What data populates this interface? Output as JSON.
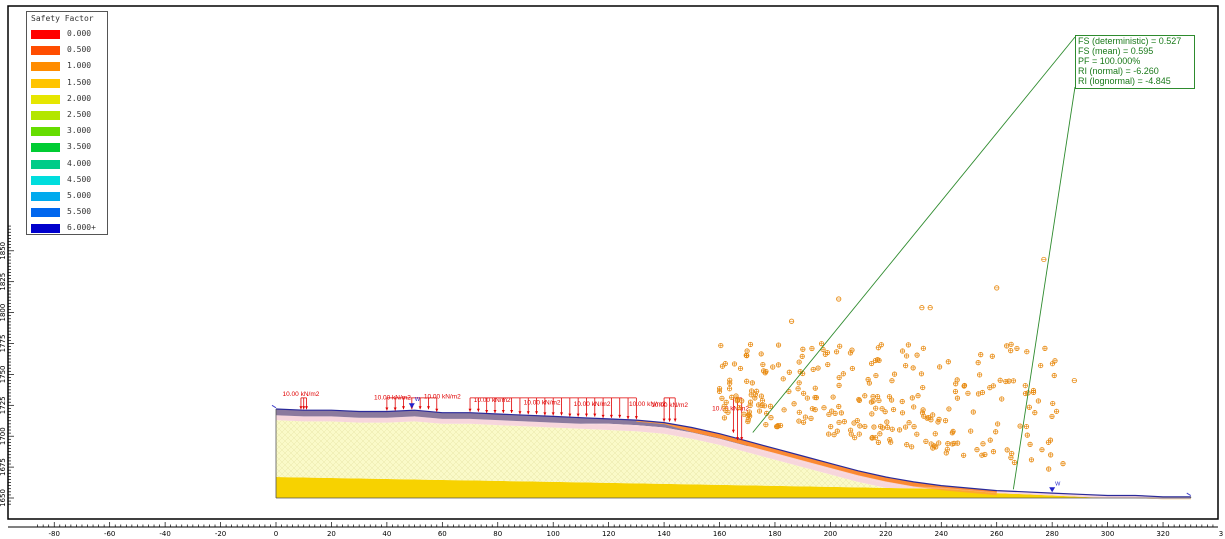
{
  "legend": {
    "title": "Safety Factor",
    "entries": [
      {
        "label": "0.000",
        "color": "#ff0000"
      },
      {
        "label": "0.500",
        "color": "#ff4d00"
      },
      {
        "label": "1.000",
        "color": "#ff8c00"
      },
      {
        "label": "1.500",
        "color": "#ffc400"
      },
      {
        "label": "2.000",
        "color": "#e6e600"
      },
      {
        "label": "2.500",
        "color": "#b3e600"
      },
      {
        "label": "3.000",
        "color": "#66dd00"
      },
      {
        "label": "3.500",
        "color": "#00cc33"
      },
      {
        "label": "4.000",
        "color": "#00cc88"
      },
      {
        "label": "4.500",
        "color": "#00dddd"
      },
      {
        "label": "5.000",
        "color": "#00aaee"
      },
      {
        "label": "5.500",
        "color": "#0066ee"
      },
      {
        "label": "6.000+",
        "color": "#0000cc"
      }
    ]
  },
  "results": [
    "FS (deterministic) = 0.527",
    "FS (mean) = 0.595",
    "PF = 100.000%",
    "RI (normal) = -6.260",
    "RI (lognormal) = -4.845"
  ],
  "load_label": "10.00 kN/m2",
  "water_symbol": "W",
  "x_axis_ticks": [
    "-80",
    "-60",
    "-40",
    "-20",
    "0",
    "20",
    "40",
    "60",
    "80",
    "100",
    "120",
    "140",
    "160",
    "180",
    "200",
    "220",
    "240",
    "260",
    "280",
    "300",
    "320"
  ],
  "x_axis_cut_label": "3",
  "y_axis_ticks": [
    "1650",
    "1675",
    "1700",
    "1725",
    "1750",
    "1775",
    "1800",
    "1825",
    "1850"
  ],
  "colors": {
    "frame": "#000000",
    "load": "#e00000",
    "crest_layer": "#8b7a9e",
    "pink_layer": "#f7d6dc",
    "cream_layer": "#fafac8",
    "bedrock": "#f7d200",
    "slip_fill": "#f05a10",
    "result_green": "#2e8b2e",
    "centers": "#e88a10",
    "water": "#2222cc"
  }
}
